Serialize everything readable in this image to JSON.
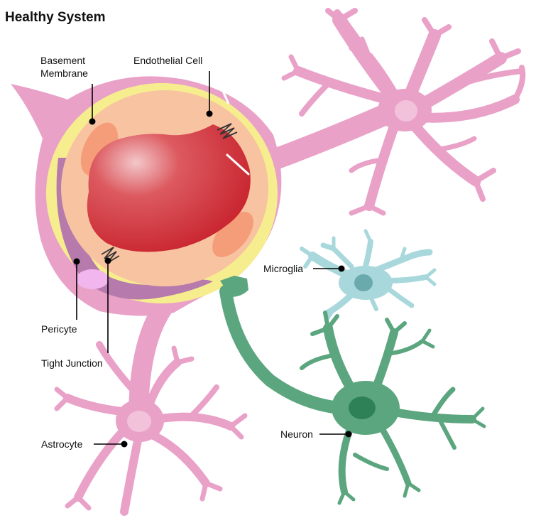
{
  "title": "Healthy System",
  "labels": {
    "basement_membrane_line1": "Basement",
    "basement_membrane_line2": "Membrane",
    "endothelial_cell": "Endothelial Cell",
    "pericyte": "Pericyte",
    "tight_junction": "Tight Junction",
    "astrocyte": "Astrocyte",
    "microglia": "Microglia",
    "neuron": "Neuron"
  },
  "colors": {
    "astrocyte": "#e9a1c8",
    "astrocyte_nucleus": "#f1c2d9",
    "basement_membrane": "#f6ee8e",
    "endothelium": "#f8c3a1",
    "endothelial_nucleus": "#f59c78",
    "blood_cell": "#d0313a",
    "pericyte": "#b67aad",
    "pericyte_nucleus": "#f2b6ee",
    "microglia": "#a9d8dc",
    "microglia_nucleus": "#6aa9ac",
    "neuron": "#5ca67f",
    "neuron_nucleus": "#2e8056"
  }
}
